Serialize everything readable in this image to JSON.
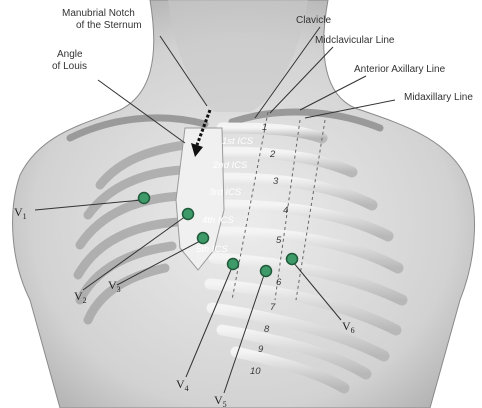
{
  "labels": {
    "manubrial_notch": [
      "Manubrial Notch",
      "of the Sternum"
    ],
    "angle_of_louis": [
      "Angle",
      "of Louis"
    ],
    "clavicle": "Clavicle",
    "midclavicular_line": "Midclavicular Line",
    "anterior_axillary_line": "Anterior Axillary Line",
    "midaxillary_line": "Midaxillary Line"
  },
  "intercostal_spaces": [
    "1st ICS",
    "2nd ICS",
    "3rd ICS",
    "4th ICS",
    "5th ICS"
  ],
  "rib_numbers": [
    "1",
    "2",
    "3",
    "4",
    "5",
    "6",
    "7",
    "8",
    "9",
    "10"
  ],
  "leads": [
    {
      "base": "V",
      "sub": "1"
    },
    {
      "base": "V",
      "sub": "2"
    },
    {
      "base": "V",
      "sub": "3"
    },
    {
      "base": "V",
      "sub": "4"
    },
    {
      "base": "V",
      "sub": "5"
    },
    {
      "base": "V",
      "sub": "6"
    }
  ],
  "colors": {
    "electrode_fill": "#3f9a6a",
    "electrode_ring": "#1f5a3a",
    "skin": "#d9d9d9",
    "rib": "#bdbdbd",
    "leader_line": "#333333"
  }
}
